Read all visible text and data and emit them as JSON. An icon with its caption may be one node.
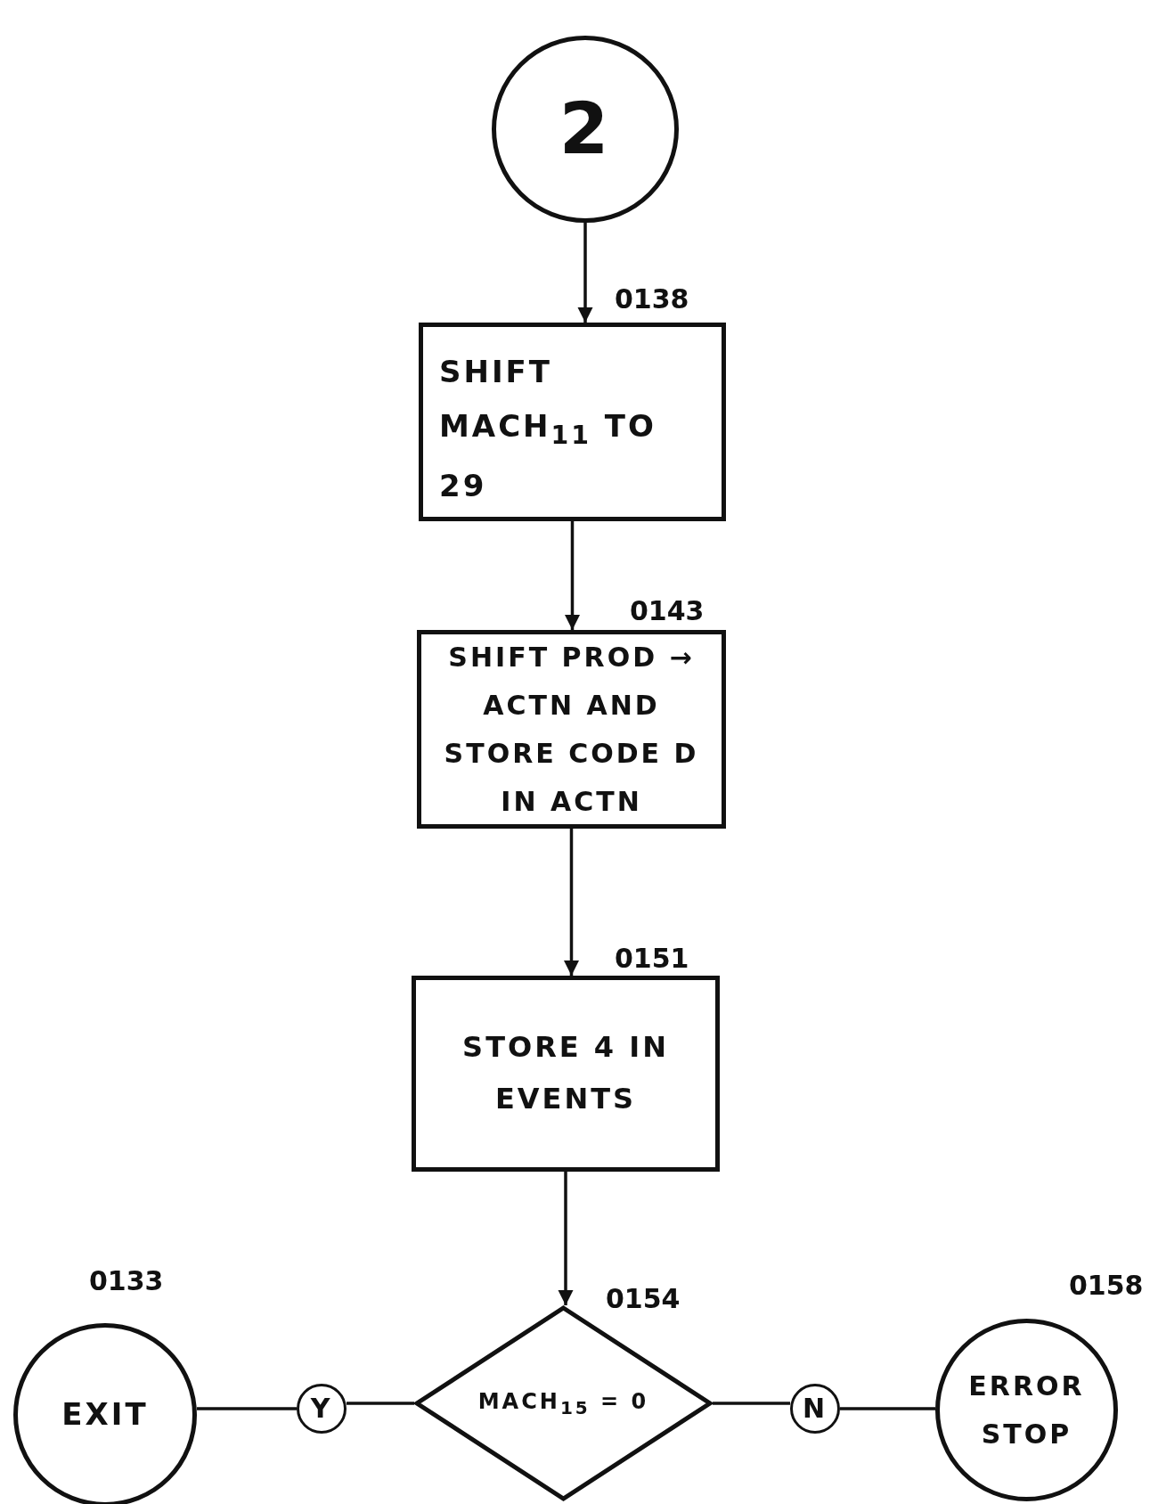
{
  "diagram": {
    "nodes": [
      {
        "text": [
          "2"
        ]
      },
      {
        "text": [
          "SHIFT MACH$_{11}$ TO 29"
        ],
        "beside": [
          "0138"
        ]
      },
      {
        "text": [
          "SHIFT PROD → ACTN AND STORE CODE D IN ACTN"
        ],
        "beside": [
          "0143"
        ]
      },
      {
        "text": [
          "STORE 4 IN EVENTS"
        ],
        "beside": [
          "0151"
        ]
      },
      {
        "text": [
          "EXIT"
        ],
        "beside": [
          "0133"
        ]
      },
      {
        "text": [
          "Y"
        ]
      },
      {
        "text": [
          "MACH$_{15}$ = 0"
        ],
        "beside": [
          "0154"
        ]
      },
      {
        "text": [
          "N"
        ]
      },
      {
        "text": [
          "ERROR STOP"
        ],
        "beside": [
          "0158"
        ]
      }
    ],
    "edges": [
      {
        "from": 0,
        "to": 1,
        "arrow": "to"
      },
      {
        "from": 1,
        "to": 2,
        "arrow": "to"
      },
      {
        "from": 2,
        "to": 3,
        "arrow": "to"
      },
      {
        "from": 3,
        "to": 6,
        "arrow": "to"
      },
      {
        "from": 6,
        "to": 5,
        "arrow": "none"
      },
      {
        "from": 5,
        "to": 4,
        "arrow": "none"
      },
      {
        "from": 6,
        "to": 7,
        "arrow": "none"
      },
      {
        "from": 7,
        "to": 8,
        "arrow": "none"
      }
    ]
  }
}
